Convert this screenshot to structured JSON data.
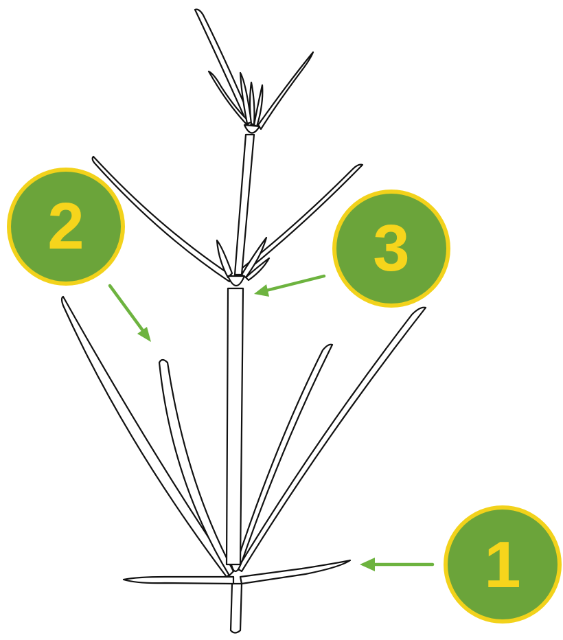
{
  "labels": [
    {
      "id": "1",
      "text": "1"
    },
    {
      "id": "2",
      "text": "2"
    },
    {
      "id": "3",
      "text": "3"
    }
  ],
  "colors": {
    "badge_fill": "#6ba43a",
    "badge_ring": "#f2d21b",
    "badge_text": "#f6d51c",
    "arrow": "#6db33f",
    "line_art": "#111111"
  }
}
